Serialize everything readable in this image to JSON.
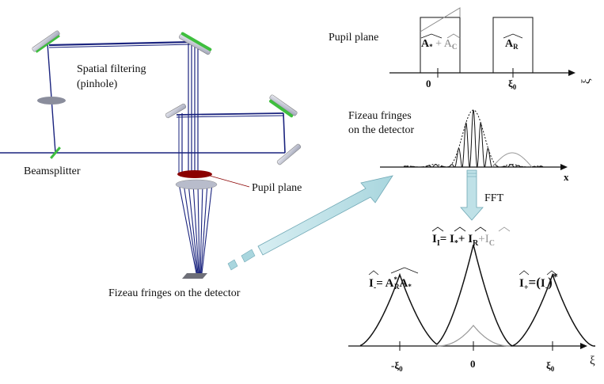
{
  "optical_setup": {
    "labels": {
      "spatial_filtering_line1": "Spatial filtering",
      "spatial_filtering_line2": "(pinhole)",
      "beamsplitter": "Beamsplitter",
      "pupil_plane": "Pupil plane",
      "detector": "Fizeau fringes on the detector"
    },
    "colors": {
      "beam": "#1a237e",
      "mirror_back": "#3fbf3f",
      "mirror_face": "#c9cbd8",
      "pupil_mask": "#8b0000",
      "lens": "#b8bccb"
    }
  },
  "pupil_plot": {
    "title": "Pupil plane",
    "box_left_label": "A* + A",
    "box_left_sub": "C",
    "box_right_label": "A",
    "box_right_sub": "R",
    "tick_zero": "0",
    "tick_xi0": "ξ",
    "tick_xi0_sub": "0",
    "axis_label": "ξ"
  },
  "fringe_plot": {
    "title_line1": "Fizeau fringes",
    "title_line2": "on the detector",
    "axis_label": "x"
  },
  "fft": {
    "label": "FFT"
  },
  "spectrum_plot": {
    "central_label": "I",
    "central_label_sub": "I",
    "central_eq": "= I",
    "central_eq_sub": "*",
    "central_plus_R": "+ I",
    "central_plus_R_sub": "R",
    "central_plus_C": "+I",
    "central_plus_C_sub": "C",
    "left_label": "I",
    "left_label_sub": "-",
    "left_eq": "= A",
    "left_eq_sup": "*",
    "left_eq_sub": "R",
    "left_eq2": "A",
    "left_eq2_sub": "*",
    "right_label": "I",
    "right_label_sub": "+",
    "right_eq": "=(",
    "right_inner": "I",
    "right_inner_sub": "-",
    "right_close": ")",
    "right_star": "*",
    "tick_left": "-ξ",
    "tick_left_sub": "0",
    "tick_zero": "0",
    "tick_right": "ξ",
    "tick_right_sub": "0",
    "axis_label": "ξ"
  }
}
